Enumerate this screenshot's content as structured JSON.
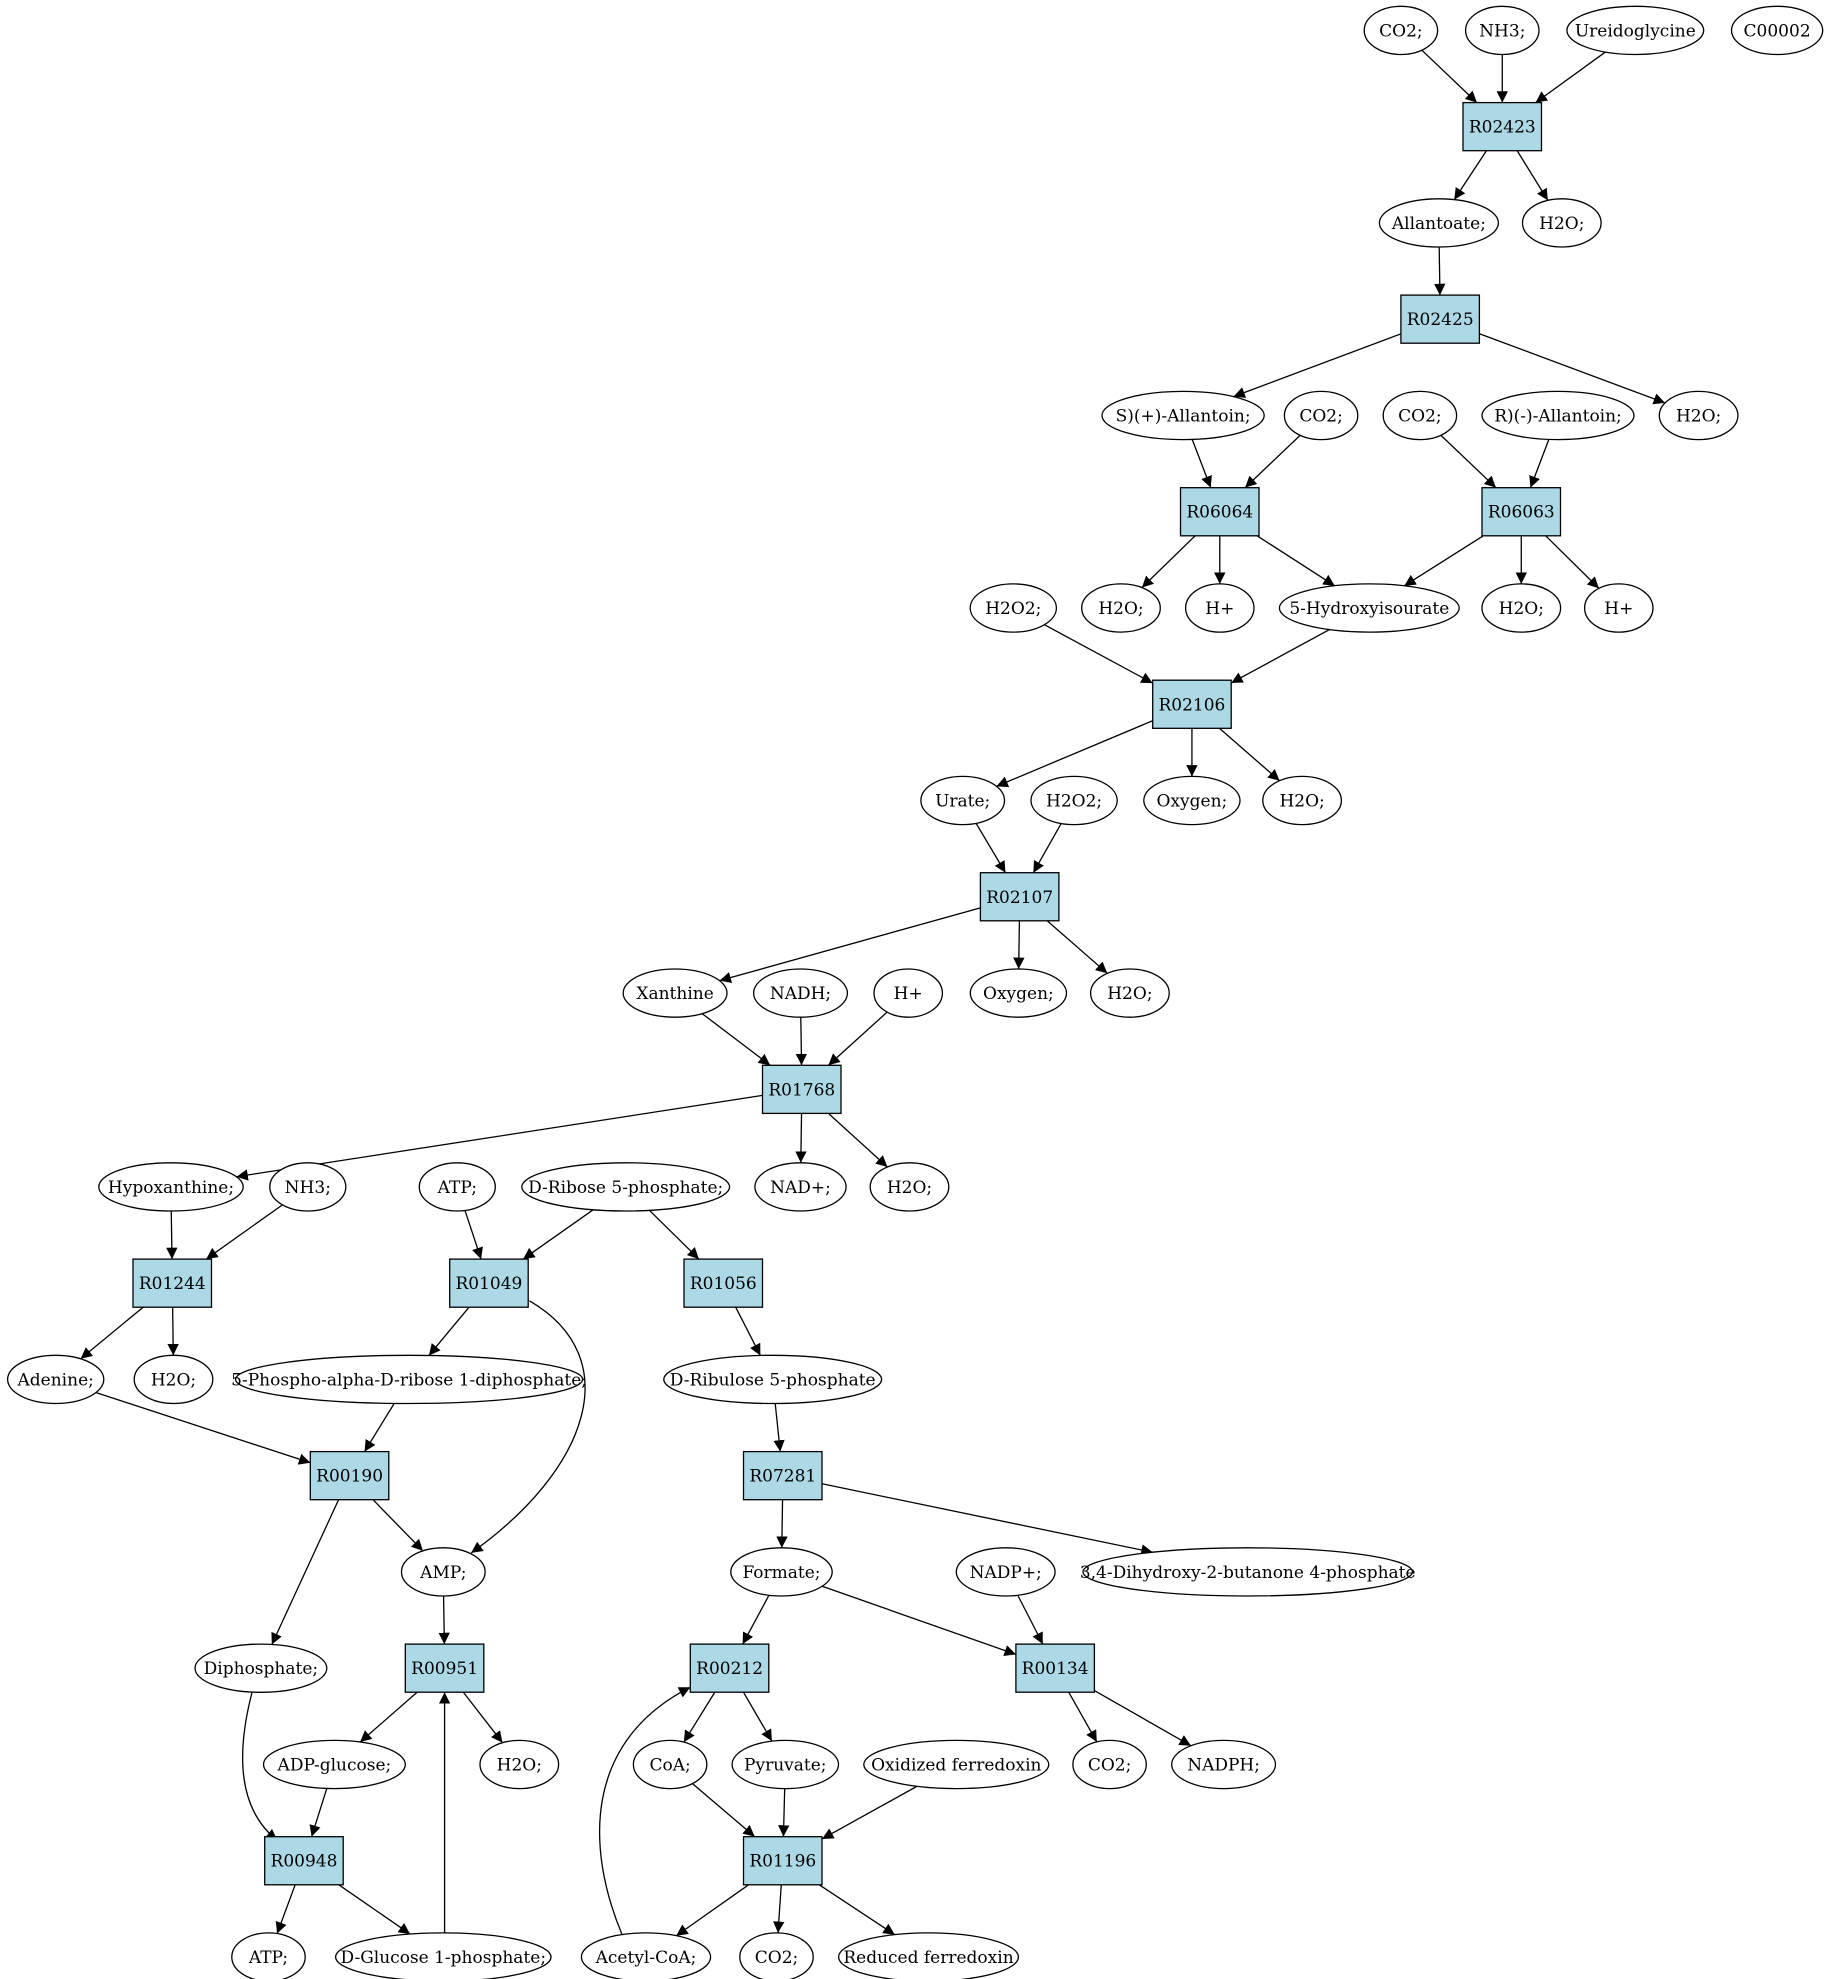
{
  "colors": {
    "reaction_fill": "#add8e6",
    "compound_fill": "#ffffff",
    "source_compound_fill": "#00ee00",
    "highlight_compound_fill": "#ffff00",
    "stroke": "#000000"
  },
  "nodes": [
    {
      "id": "c_co2_1",
      "label": "CO2;",
      "kind": "compound"
    },
    {
      "id": "c_nh3_1",
      "label": "NH3;",
      "kind": "compound"
    },
    {
      "id": "c_ureidoglycine",
      "label": "Ureidoglycine",
      "kind": "compound"
    },
    {
      "id": "c_c00002",
      "label": "C00002",
      "kind": "compound",
      "fill": "highlight"
    },
    {
      "id": "r_R02423",
      "label": "R02423",
      "kind": "reaction"
    },
    {
      "id": "c_allantoate",
      "label": "Allantoate;",
      "kind": "compound"
    },
    {
      "id": "c_h2o_1",
      "label": "H2O;",
      "kind": "compound"
    },
    {
      "id": "r_R02425",
      "label": "R02425",
      "kind": "reaction"
    },
    {
      "id": "c_s_allantoin",
      "label": "S)(+)-Allantoin;",
      "kind": "compound"
    },
    {
      "id": "c_co2_2",
      "label": "CO2;",
      "kind": "compound"
    },
    {
      "id": "c_co2_3",
      "label": "CO2;",
      "kind": "compound"
    },
    {
      "id": "c_r_allantoin",
      "label": "R)(-)-Allantoin;",
      "kind": "compound"
    },
    {
      "id": "c_h2o_2",
      "label": "H2O;",
      "kind": "compound"
    },
    {
      "id": "r_R06064",
      "label": "R06064",
      "kind": "reaction"
    },
    {
      "id": "r_R06063",
      "label": "R06063",
      "kind": "reaction"
    },
    {
      "id": "c_h2o2_1",
      "label": "H2O2;",
      "kind": "compound"
    },
    {
      "id": "c_h2o_3",
      "label": "H2O;",
      "kind": "compound"
    },
    {
      "id": "c_hplus_1",
      "label": "H+",
      "kind": "compound"
    },
    {
      "id": "c_5hiu",
      "label": "5-Hydroxyisourate",
      "kind": "compound"
    },
    {
      "id": "c_h2o_4",
      "label": "H2O;",
      "kind": "compound"
    },
    {
      "id": "c_hplus_2",
      "label": "H+",
      "kind": "compound"
    },
    {
      "id": "r_R02106",
      "label": "R02106",
      "kind": "reaction"
    },
    {
      "id": "c_urate",
      "label": "Urate;",
      "kind": "compound"
    },
    {
      "id": "c_h2o2_2",
      "label": "H2O2;",
      "kind": "compound"
    },
    {
      "id": "c_oxygen_1",
      "label": "Oxygen;",
      "kind": "compound"
    },
    {
      "id": "c_h2o_5",
      "label": "H2O;",
      "kind": "compound"
    },
    {
      "id": "r_R02107",
      "label": "R02107",
      "kind": "reaction"
    },
    {
      "id": "c_xanthine",
      "label": "Xanthine",
      "kind": "compound"
    },
    {
      "id": "c_nadh",
      "label": "NADH;",
      "kind": "compound"
    },
    {
      "id": "c_hplus_3",
      "label": "H+",
      "kind": "compound"
    },
    {
      "id": "c_oxygen_2",
      "label": "Oxygen;",
      "kind": "compound"
    },
    {
      "id": "c_h2o_6",
      "label": "H2O;",
      "kind": "compound"
    },
    {
      "id": "r_R01768",
      "label": "R01768",
      "kind": "reaction"
    },
    {
      "id": "c_hypoxanthine",
      "label": "Hypoxanthine;",
      "kind": "compound"
    },
    {
      "id": "c_nh3_2",
      "label": "NH3;",
      "kind": "compound"
    },
    {
      "id": "c_atp_1",
      "label": "ATP;",
      "kind": "compound"
    },
    {
      "id": "c_r5p",
      "label": "D-Ribose 5-phosphate;",
      "kind": "compound",
      "fill": "source"
    },
    {
      "id": "c_nadplus",
      "label": "NAD+;",
      "kind": "compound"
    },
    {
      "id": "c_h2o_7",
      "label": "H2O;",
      "kind": "compound"
    },
    {
      "id": "r_R01244",
      "label": "R01244",
      "kind": "reaction"
    },
    {
      "id": "r_R01049",
      "label": "R01049",
      "kind": "reaction"
    },
    {
      "id": "r_R01056",
      "label": "R01056",
      "kind": "reaction"
    },
    {
      "id": "c_adenine",
      "label": "Adenine;",
      "kind": "compound"
    },
    {
      "id": "c_h2o_8",
      "label": "H2O;",
      "kind": "compound"
    },
    {
      "id": "c_prpp",
      "label": "5-Phospho-alpha-D-ribose 1-diphosphate;",
      "kind": "compound"
    },
    {
      "id": "c_ru5p",
      "label": "D-Ribulose 5-phosphate",
      "kind": "compound"
    },
    {
      "id": "r_R00190",
      "label": "R00190",
      "kind": "reaction"
    },
    {
      "id": "r_R07281",
      "label": "R07281",
      "kind": "reaction"
    },
    {
      "id": "c_amp",
      "label": "AMP;",
      "kind": "compound"
    },
    {
      "id": "c_formate",
      "label": "Formate;",
      "kind": "compound"
    },
    {
      "id": "c_nadpplus",
      "label": "NADP+;",
      "kind": "compound"
    },
    {
      "id": "c_dhbp",
      "label": "3,4-Dihydroxy-2-butanone 4-phosphate",
      "kind": "compound"
    },
    {
      "id": "c_diphosphate",
      "label": "Diphosphate;",
      "kind": "compound"
    },
    {
      "id": "r_R00951",
      "label": "R00951",
      "kind": "reaction"
    },
    {
      "id": "r_R00212",
      "label": "R00212",
      "kind": "reaction"
    },
    {
      "id": "r_R00134",
      "label": "R00134",
      "kind": "reaction"
    },
    {
      "id": "c_adpglucose",
      "label": "ADP-glucose;",
      "kind": "compound"
    },
    {
      "id": "c_h2o_9",
      "label": "H2O;",
      "kind": "compound"
    },
    {
      "id": "c_coa",
      "label": "CoA;",
      "kind": "compound"
    },
    {
      "id": "c_pyruvate",
      "label": "Pyruvate;",
      "kind": "compound"
    },
    {
      "id": "c_oxfd",
      "label": "Oxidized ferredoxin",
      "kind": "compound"
    },
    {
      "id": "c_co2_4",
      "label": "CO2;",
      "kind": "compound"
    },
    {
      "id": "c_nadph",
      "label": "NADPH;",
      "kind": "compound"
    },
    {
      "id": "r_R00948",
      "label": "R00948",
      "kind": "reaction"
    },
    {
      "id": "r_R01196",
      "label": "R01196",
      "kind": "reaction"
    },
    {
      "id": "c_atp_2",
      "label": "ATP;",
      "kind": "compound"
    },
    {
      "id": "c_g1p",
      "label": "D-Glucose 1-phosphate;",
      "kind": "compound"
    },
    {
      "id": "c_acetylcoa",
      "label": "Acetyl-CoA;",
      "kind": "compound"
    },
    {
      "id": "c_co2_5",
      "label": "CO2;",
      "kind": "compound"
    },
    {
      "id": "c_redfd",
      "label": "Reduced ferredoxin",
      "kind": "compound"
    }
  ],
  "edges": [
    [
      "c_co2_1",
      "r_R02423"
    ],
    [
      "c_nh3_1",
      "r_R02423"
    ],
    [
      "c_ureidoglycine",
      "r_R02423"
    ],
    [
      "r_R02423",
      "c_allantoate"
    ],
    [
      "r_R02423",
      "c_h2o_1"
    ],
    [
      "c_allantoate",
      "r_R02425"
    ],
    [
      "r_R02425",
      "c_s_allantoin"
    ],
    [
      "r_R02425",
      "c_h2o_2"
    ],
    [
      "c_s_allantoin",
      "r_R06064"
    ],
    [
      "c_co2_2",
      "r_R06064"
    ],
    [
      "c_co2_3",
      "r_R06063"
    ],
    [
      "c_r_allantoin",
      "r_R06063"
    ],
    [
      "r_R06064",
      "c_h2o_3"
    ],
    [
      "r_R06064",
      "c_hplus_1"
    ],
    [
      "r_R06064",
      "c_5hiu"
    ],
    [
      "r_R06063",
      "c_5hiu"
    ],
    [
      "r_R06063",
      "c_h2o_4"
    ],
    [
      "r_R06063",
      "c_hplus_2"
    ],
    [
      "c_h2o2_1",
      "r_R02106"
    ],
    [
      "c_5hiu",
      "r_R02106"
    ],
    [
      "r_R02106",
      "c_urate"
    ],
    [
      "r_R02106",
      "c_oxygen_1"
    ],
    [
      "r_R02106",
      "c_h2o_5"
    ],
    [
      "c_urate",
      "r_R02107"
    ],
    [
      "c_h2o2_2",
      "r_R02107"
    ],
    [
      "r_R02107",
      "c_xanthine"
    ],
    [
      "r_R02107",
      "c_oxygen_2"
    ],
    [
      "r_R02107",
      "c_h2o_6"
    ],
    [
      "c_xanthine",
      "r_R01768"
    ],
    [
      "c_nadh",
      "r_R01768"
    ],
    [
      "c_hplus_3",
      "r_R01768"
    ],
    [
      "r_R01768",
      "c_hypoxanthine"
    ],
    [
      "r_R01768",
      "c_nadplus"
    ],
    [
      "r_R01768",
      "c_h2o_7"
    ],
    [
      "c_hypoxanthine",
      "r_R01244"
    ],
    [
      "c_nh3_2",
      "r_R01244"
    ],
    [
      "c_atp_1",
      "r_R01049"
    ],
    [
      "c_r5p",
      "r_R01049"
    ],
    [
      "c_r5p",
      "r_R01056"
    ],
    [
      "r_R01244",
      "c_adenine"
    ],
    [
      "r_R01244",
      "c_h2o_8"
    ],
    [
      "r_R01049",
      "c_prpp"
    ],
    [
      "r_R01049",
      "c_amp"
    ],
    [
      "r_R01056",
      "c_ru5p"
    ],
    [
      "c_adenine",
      "r_R00190"
    ],
    [
      "c_prpp",
      "r_R00190"
    ],
    [
      "c_ru5p",
      "r_R07281"
    ],
    [
      "r_R00190",
      "c_amp"
    ],
    [
      "r_R00190",
      "c_diphosphate"
    ],
    [
      "r_R07281",
      "c_formate"
    ],
    [
      "r_R07281",
      "c_dhbp"
    ],
    [
      "c_amp",
      "r_R00951"
    ],
    [
      "c_formate",
      "r_R00212"
    ],
    [
      "c_formate",
      "r_R00134"
    ],
    [
      "c_nadpplus",
      "r_R00134"
    ],
    [
      "r_R00951",
      "c_adpglucose"
    ],
    [
      "r_R00951",
      "c_h2o_9"
    ],
    [
      "r_R00212",
      "c_coa"
    ],
    [
      "r_R00212",
      "c_pyruvate"
    ],
    [
      "r_R00134",
      "c_co2_4"
    ],
    [
      "r_R00134",
      "c_nadph"
    ],
    [
      "c_diphosphate",
      "r_R00948"
    ],
    [
      "c_adpglucose",
      "r_R00948"
    ],
    [
      "c_coa",
      "r_R01196"
    ],
    [
      "c_pyruvate",
      "r_R01196"
    ],
    [
      "c_oxfd",
      "r_R01196"
    ],
    [
      "r_R00948",
      "c_atp_2"
    ],
    [
      "r_R00948",
      "c_g1p"
    ],
    [
      "c_g1p",
      "r_R00951"
    ],
    [
      "r_R01196",
      "c_acetylcoa"
    ],
    [
      "r_R01196",
      "c_co2_5"
    ],
    [
      "r_R01196",
      "c_redfd"
    ],
    [
      "c_acetylcoa",
      "r_R00212"
    ]
  ]
}
